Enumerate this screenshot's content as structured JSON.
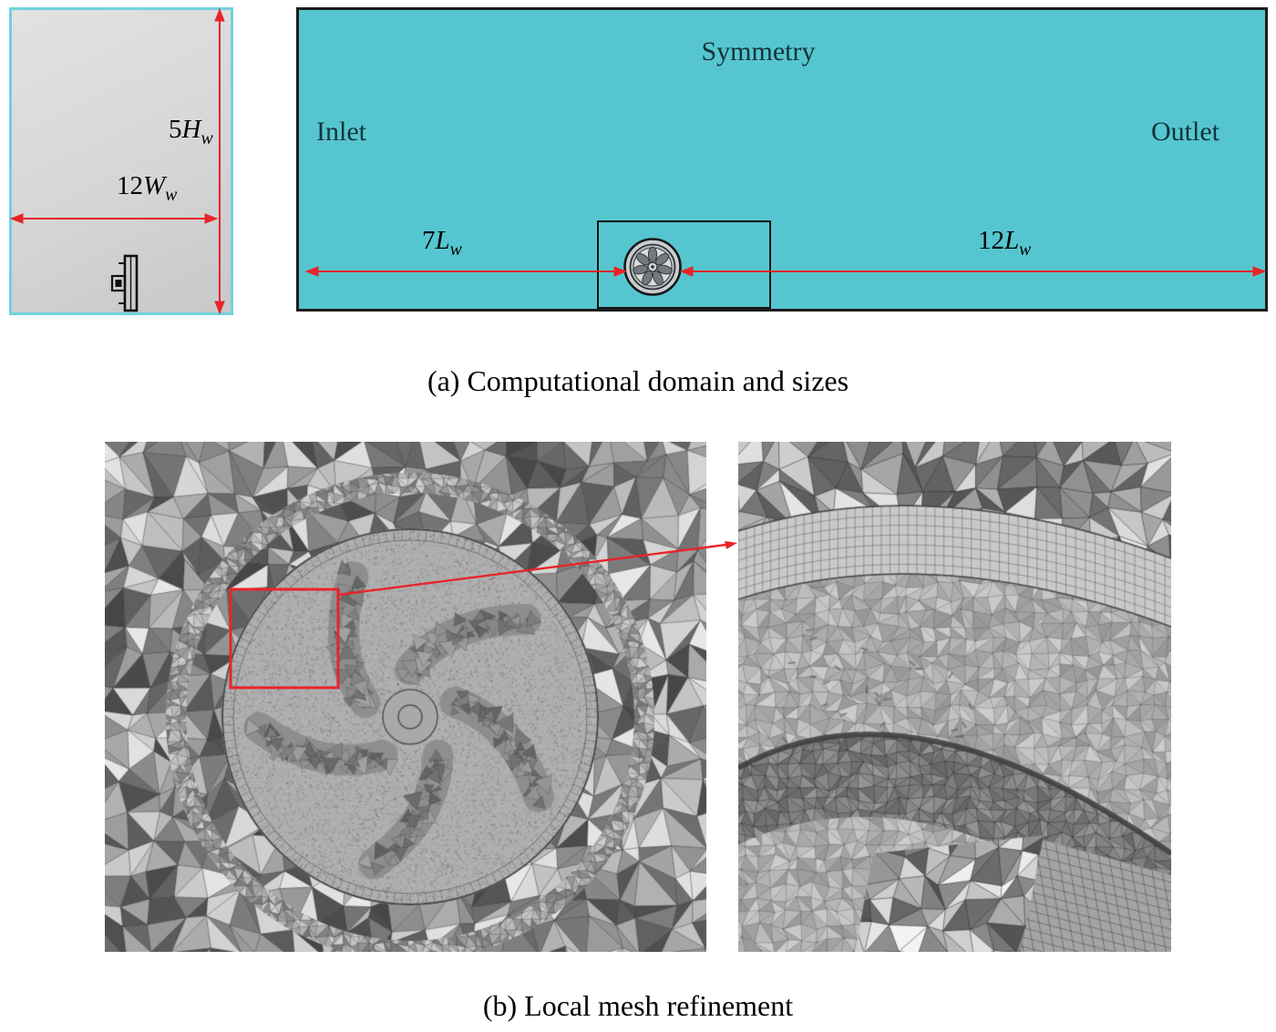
{
  "colors": {
    "domain_fill": "#55c6cf",
    "domain_border": "#1c1c1c",
    "front_box_border": "#6fd3de",
    "annotation_red": "#e8242a"
  },
  "panel_a": {
    "caption": "(a) Computational domain and sizes",
    "front_view": {
      "height_label": {
        "coef": "5",
        "symbol": "H",
        "subscript": "w"
      },
      "width_label": {
        "coef": "12",
        "symbol": "W",
        "subscript": "w"
      }
    },
    "domain_view": {
      "top_boundary": "Symmetry",
      "left_boundary": "Inlet",
      "right_boundary": "Outlet",
      "upstream_label": {
        "coef": "7",
        "symbol": "L",
        "subscript": "w"
      },
      "downstream_label": {
        "coef": "12",
        "symbol": "L",
        "subscript": "w"
      }
    }
  },
  "panel_b": {
    "caption": "(b) Local mesh refinement"
  }
}
